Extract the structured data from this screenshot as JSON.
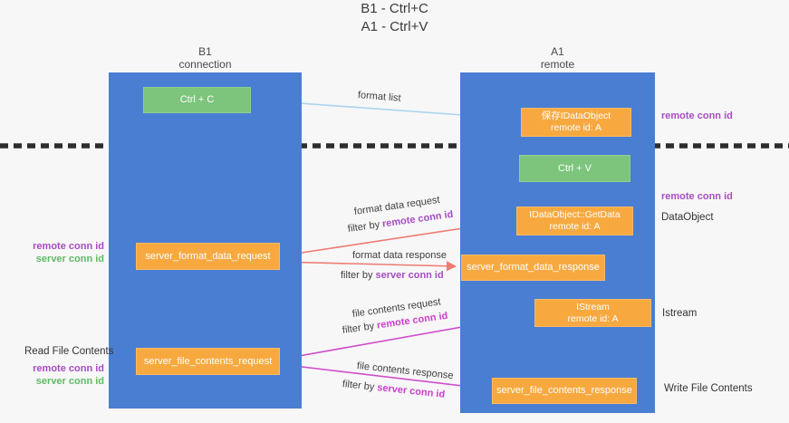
{
  "title": {
    "line1": "B1 - Ctrl+C",
    "line2": "A1 - Ctrl+V"
  },
  "lanes": {
    "left": {
      "title": "B1",
      "subtitle": "connection"
    },
    "right": {
      "title": "A1",
      "subtitle": "remote"
    }
  },
  "nodes": {
    "ctrl_c": {
      "label": "Ctrl + C"
    },
    "ctrl_v": {
      "label": "Ctrl + V"
    },
    "save_idataobject": {
      "line1": "保存IDataObject",
      "line2": "remote id: A"
    },
    "idataobject_getdata": {
      "line1": "IDataObject::GetData",
      "line2": "remote id: A"
    },
    "istream": {
      "line1": "IStream",
      "line2": "remote id: A"
    },
    "server_format_data_request": {
      "label": "server_format_data_request"
    },
    "server_format_data_response": {
      "label": "server_format_data_response"
    },
    "server_file_contents_request": {
      "label": "server_file_contents_request"
    },
    "server_file_contents_response": {
      "label": "server_file_contents_response"
    }
  },
  "edge_labels": {
    "format_list": "format list",
    "format_data_request": "format data request",
    "filter_by_1_prefix": "filter by ",
    "filter_by_1_key": "remote conn id",
    "format_data_response": "format data response",
    "filter_by_2_prefix": "filter by ",
    "filter_by_2_key": "server conn id",
    "file_contents_request": "file contents request",
    "filter_by_3_prefix": "filter by ",
    "filter_by_3_key": "remote conn id",
    "file_contents_response": "file contents response",
    "filter_by_4_prefix": "filter by ",
    "filter_by_4_key": "server conn id"
  },
  "side_labels": {
    "right_remote_conn_id_top": "remote conn id",
    "right_remote_conn_id_mid": "remote conn id",
    "right_dataobject": "DataObject",
    "right_istream": "Istream",
    "right_write_file_contents": "Write File Contents",
    "left_remote_conn_id_top": "remote conn id",
    "left_server_conn_id_top": "server conn id",
    "left_read_file_contents": "Read File Contents",
    "left_remote_conn_id_bottom": "remote conn id",
    "left_server_conn_id_bottom": "server conn id"
  },
  "colors": {
    "lane_blue": "#4a7ed3",
    "node_green": "#7dc57d",
    "node_orange": "#f7a940",
    "arrow_lightblue": "#a9d3ee",
    "arrow_red": "#ee7b72",
    "arrow_magenta": "#cf4ecb",
    "arrow_black": "#2f2f2f",
    "divider_black": "#2d2d2d",
    "label_purple": "#a64dc1",
    "label_green": "#5fbb63",
    "label_magenta": "#cb3ecb"
  }
}
